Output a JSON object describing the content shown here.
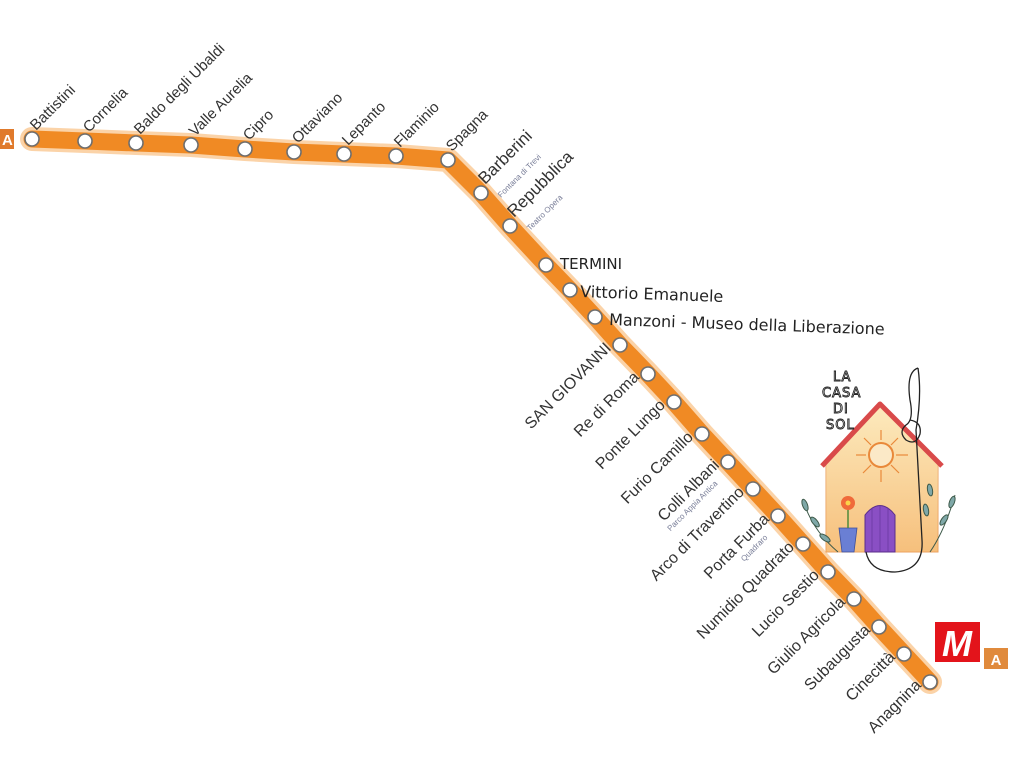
{
  "line": {
    "name": "A",
    "color": "#f08a24",
    "badge_left_label": "A",
    "terminal_logo": {
      "m_label": "M",
      "line_label": "A",
      "m_color": "#e3141b",
      "line_color": "#e08a3c"
    }
  },
  "stations": [
    {
      "name": "Battistini",
      "sub": ""
    },
    {
      "name": "Cornelia",
      "sub": ""
    },
    {
      "name": "Baldo degli Ubaldi",
      "sub": ""
    },
    {
      "name": "Valle Aurelia",
      "sub": ""
    },
    {
      "name": "Cipro",
      "sub": ""
    },
    {
      "name": "Ottaviano",
      "sub": ""
    },
    {
      "name": "Lepanto",
      "sub": ""
    },
    {
      "name": "Flaminio",
      "sub": ""
    },
    {
      "name": "Spagna",
      "sub": ""
    },
    {
      "name": "Barberini",
      "sub": "Fontana di Trevi"
    },
    {
      "name": "Repubblica",
      "sub": "Teatro Opera"
    },
    {
      "name": "TERMINI",
      "sub": ""
    },
    {
      "name": "Vittorio Emanuele",
      "sub": ""
    },
    {
      "name": "Manzoni - Museo della Liberazione",
      "sub": ""
    },
    {
      "name": "SAN GIOVANNI",
      "sub": ""
    },
    {
      "name": "Re di Roma",
      "sub": ""
    },
    {
      "name": "Ponte Lungo",
      "sub": ""
    },
    {
      "name": "Furio Camillo",
      "sub": ""
    },
    {
      "name": "Colli Albani",
      "sub": "Parco Appia Antica"
    },
    {
      "name": "Arco di Travertino",
      "sub": ""
    },
    {
      "name": "Porta Furba",
      "sub": "Quadraro"
    },
    {
      "name": "Numidio Quadrato",
      "sub": ""
    },
    {
      "name": "Lucio Sestio",
      "sub": ""
    },
    {
      "name": "Giulio Agricola",
      "sub": ""
    },
    {
      "name": "Subaugusta",
      "sub": ""
    },
    {
      "name": "Cinecittà",
      "sub": ""
    },
    {
      "name": "Anagnina",
      "sub": ""
    }
  ],
  "logo": {
    "lines": [
      "LA",
      "CASA",
      "DI",
      "SOL"
    ]
  }
}
